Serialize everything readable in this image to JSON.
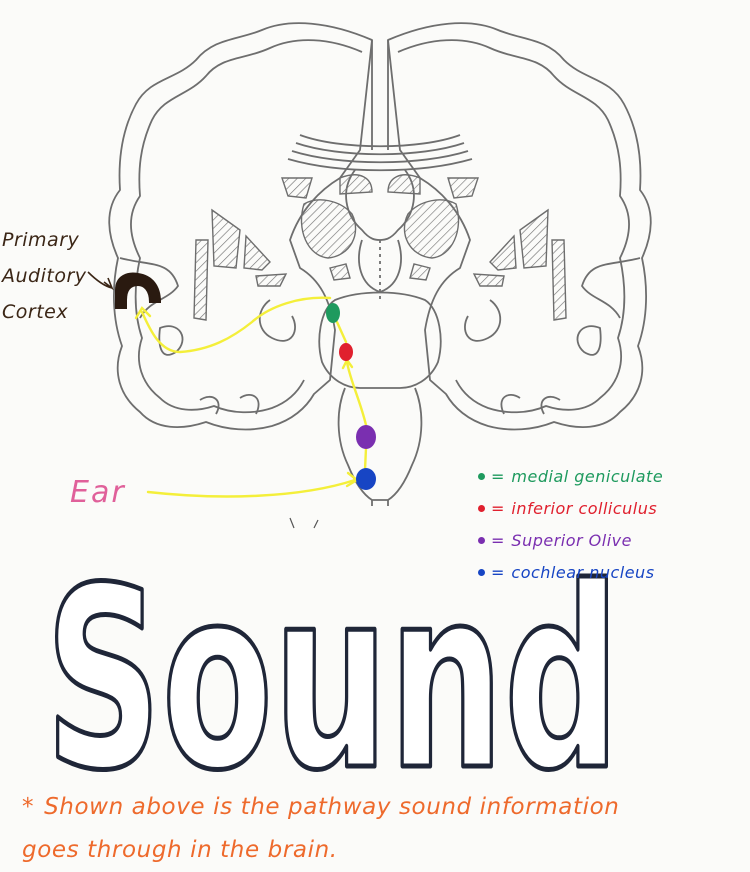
{
  "labels": {
    "cortex_line1": "Primary",
    "cortex_line2": "Auditory",
    "cortex_line3": "Cortex",
    "ear": "Ear",
    "title": "Sound",
    "caption_star": "*",
    "caption_line1": "Shown above is the pathway sound information",
    "caption_line2": "goes through in the brain."
  },
  "legend": {
    "equals": "=",
    "items": [
      {
        "label": "medial geniculate",
        "color": "#1e9a5e"
      },
      {
        "label": "inferior colliculus",
        "color": "#e0202e"
      },
      {
        "label": "Superior Olive",
        "color": "#7a2fb0"
      },
      {
        "label": "cochlear nucleus",
        "color": "#1745c4"
      }
    ]
  },
  "colors": {
    "pathway": "#f4ef3a",
    "outline": "#6e6e6e",
    "cortex_mark": "#2a1a10",
    "title_stroke": "#1f2638",
    "cortex_label": "#3b2616",
    "ear_label": "#e0609a",
    "caption": "#ee6a2c"
  }
}
